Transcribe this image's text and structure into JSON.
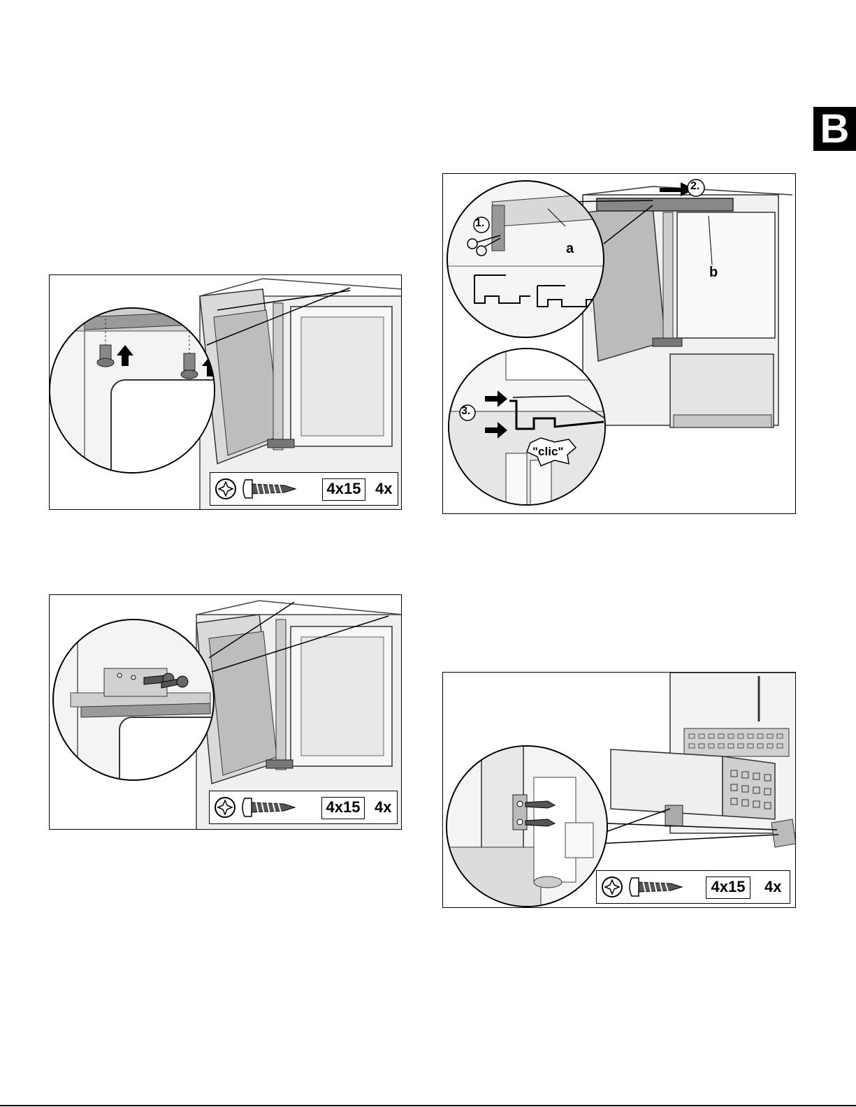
{
  "section_tab": "B",
  "screw_spec": {
    "size": "4x15",
    "quantity": "4x"
  },
  "figure2": {
    "step1": "1.",
    "step2": "2.",
    "step3": "3.",
    "label_a": "a",
    "label_b": "b",
    "click_sound": "\"clic\""
  },
  "icons": {
    "torx": "torx-drive-icon",
    "screw": "wood-screw-icon",
    "scissors": "scissors-icon",
    "arrow": "arrow-icon"
  }
}
